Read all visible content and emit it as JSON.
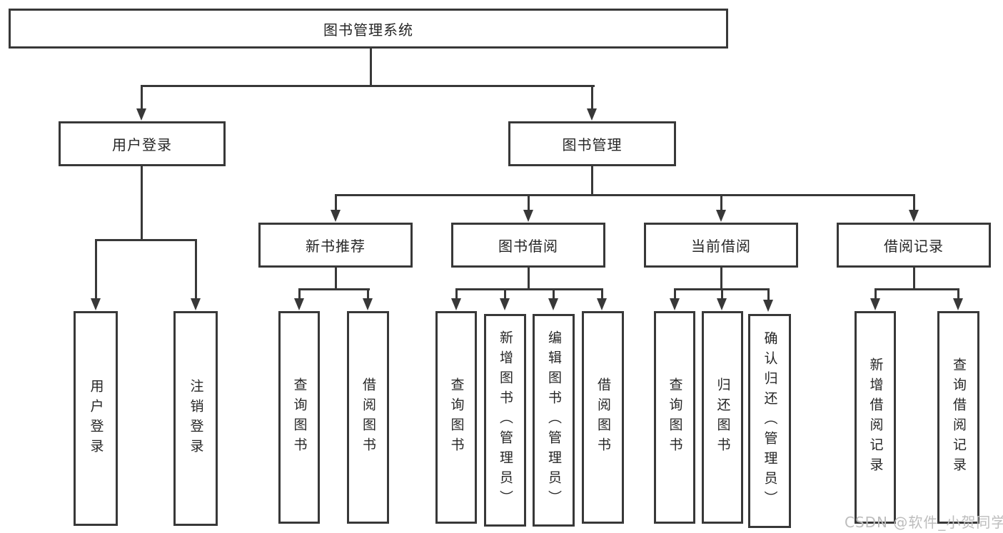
{
  "diagram": {
    "title": "图书管理系统",
    "root": {
      "label": "图书管理系统"
    },
    "level2": [
      {
        "label": "用户登录"
      },
      {
        "label": "图书管理"
      }
    ],
    "level3": [
      {
        "label": "新书推荐"
      },
      {
        "label": "图书借阅"
      },
      {
        "label": "当前借阅"
      },
      {
        "label": "借阅记录"
      }
    ],
    "leaves": {
      "user_login": [
        "用户登录",
        "注销登录"
      ],
      "new_book": [
        "查询图书",
        "借阅图书"
      ],
      "book_borrow": [
        "查询图书",
        "新增图书（管理员）",
        "编辑图书（管理员）",
        "借阅图书"
      ],
      "current_borrow": [
        "查询图书",
        "归还图书",
        "确认归还（管理员）"
      ],
      "borrow_record": [
        "新增借阅记录",
        "查询借阅记录"
      ]
    },
    "watermark": "CSDN @软件_小贺同学",
    "colors": {
      "line": "#383838",
      "text": "#262626",
      "watermark": "#bdbdbd",
      "background": "#ffffff"
    }
  }
}
